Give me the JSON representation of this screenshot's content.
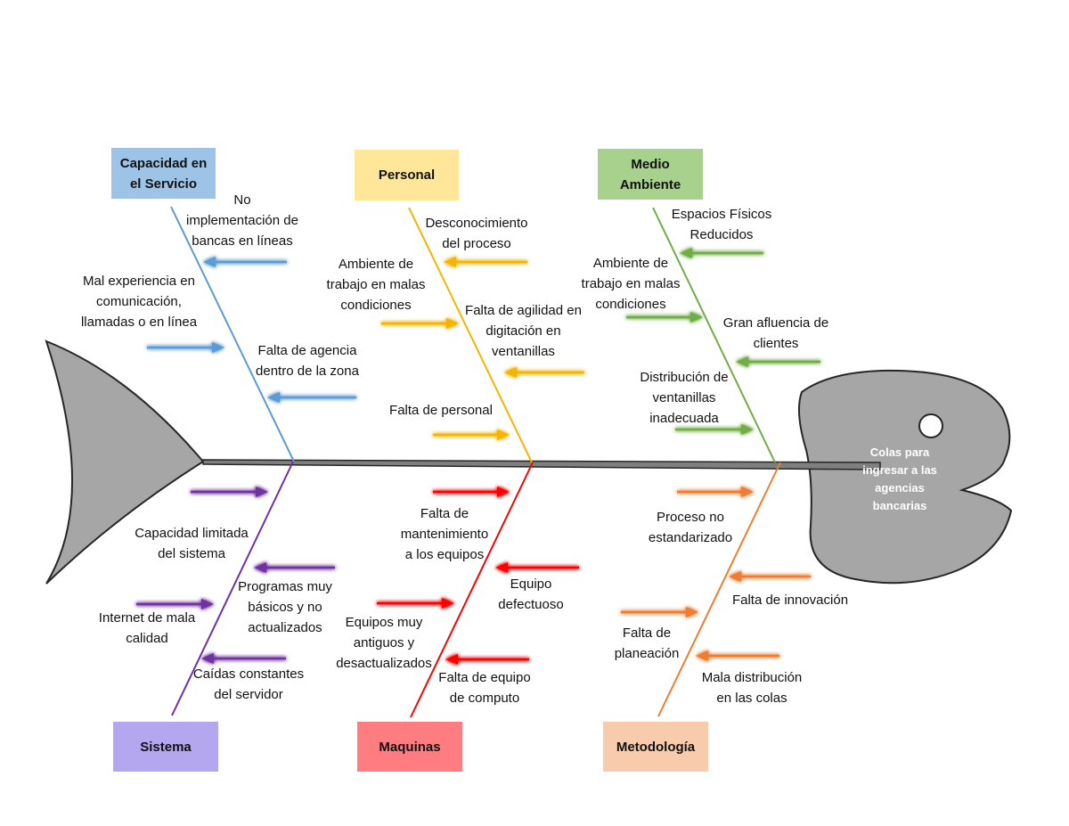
{
  "effect": {
    "line1": "Colas para",
    "line2": "ingresar a las",
    "line3": "agencias",
    "line4": "bancarias"
  },
  "colors": {
    "capacidad": "#5b9bd5",
    "personal": "#f5b400",
    "medio": "#70ad47",
    "sistema": "#7030a0",
    "maquinas": "#ff0000",
    "metodologia": "#ed7d31",
    "fish": "#a6a6a6",
    "spine": "#7f7f7f"
  },
  "categories": {
    "capacidad": {
      "line1": "Capacidad en",
      "line2": "el Servicio",
      "fill": "#9dc3e6"
    },
    "personal": {
      "line1": "Personal",
      "fill": "#ffe699"
    },
    "medio": {
      "line1": "Medio",
      "line2": "Ambiente",
      "fill": "#a9d18e"
    },
    "sistema": {
      "line1": "Sistema",
      "fill": "#b4a7f0"
    },
    "maquinas": {
      "line1": "Maquinas",
      "fill": "#ff7c80"
    },
    "metodologia": {
      "line1": "Metodología",
      "fill": "#f8cbad"
    }
  },
  "causes": {
    "capacidad": [
      {
        "l1": "No",
        "l2": "implementación de",
        "l3": "bancas en líneas"
      },
      {
        "l1": "Mal experiencia en",
        "l2": "comunicación,",
        "l3": "llamadas o en línea"
      },
      {
        "l1": "Falta de agencia",
        "l2": "dentro de la zona"
      }
    ],
    "personal": [
      {
        "l1": "Desconocimiento",
        "l2": "del proceso"
      },
      {
        "l1": "Ambiente de",
        "l2": "trabajo en malas",
        "l3": "condiciones"
      },
      {
        "l1": "Falta de agilidad en",
        "l2": "digitación en",
        "l3": "ventanillas"
      },
      {
        "l1": "Falta de personal"
      }
    ],
    "medio": [
      {
        "l1": "Espacios Físicos",
        "l2": "Reducidos"
      },
      {
        "l1": "Ambiente de",
        "l2": "trabajo en malas",
        "l3": "condiciones"
      },
      {
        "l1": "Gran afluencia de",
        "l2": "clientes"
      },
      {
        "l1": "Distribución de",
        "l2": "ventanillas",
        "l3": "inadecuada"
      }
    ],
    "sistema": [
      {
        "l1": "Capacidad limitada",
        "l2": "del sistema"
      },
      {
        "l1": "Programas muy",
        "l2": "básicos y no",
        "l3": "actualizados"
      },
      {
        "l1": "Internet de mala",
        "l2": "calidad"
      },
      {
        "l1": "Caídas constantes",
        "l2": "del servidor"
      }
    ],
    "maquinas": [
      {
        "l1": "Falta de",
        "l2": "mantenimiento",
        "l3": "a los equipos"
      },
      {
        "l1": "Equipo",
        "l2": "defectuoso"
      },
      {
        "l1": "Equipos muy",
        "l2": "antiguos y",
        "l3": "desactualizados"
      },
      {
        "l1": "Falta de equipo",
        "l2": "de computo"
      }
    ],
    "metodologia": [
      {
        "l1": "Proceso no",
        "l2": "estandarizado"
      },
      {
        "l1": "Falta de innovación"
      },
      {
        "l1": "Falta de",
        "l2": "planeación"
      },
      {
        "l1": "Mala distribución",
        "l2": "en las colas"
      }
    ]
  }
}
